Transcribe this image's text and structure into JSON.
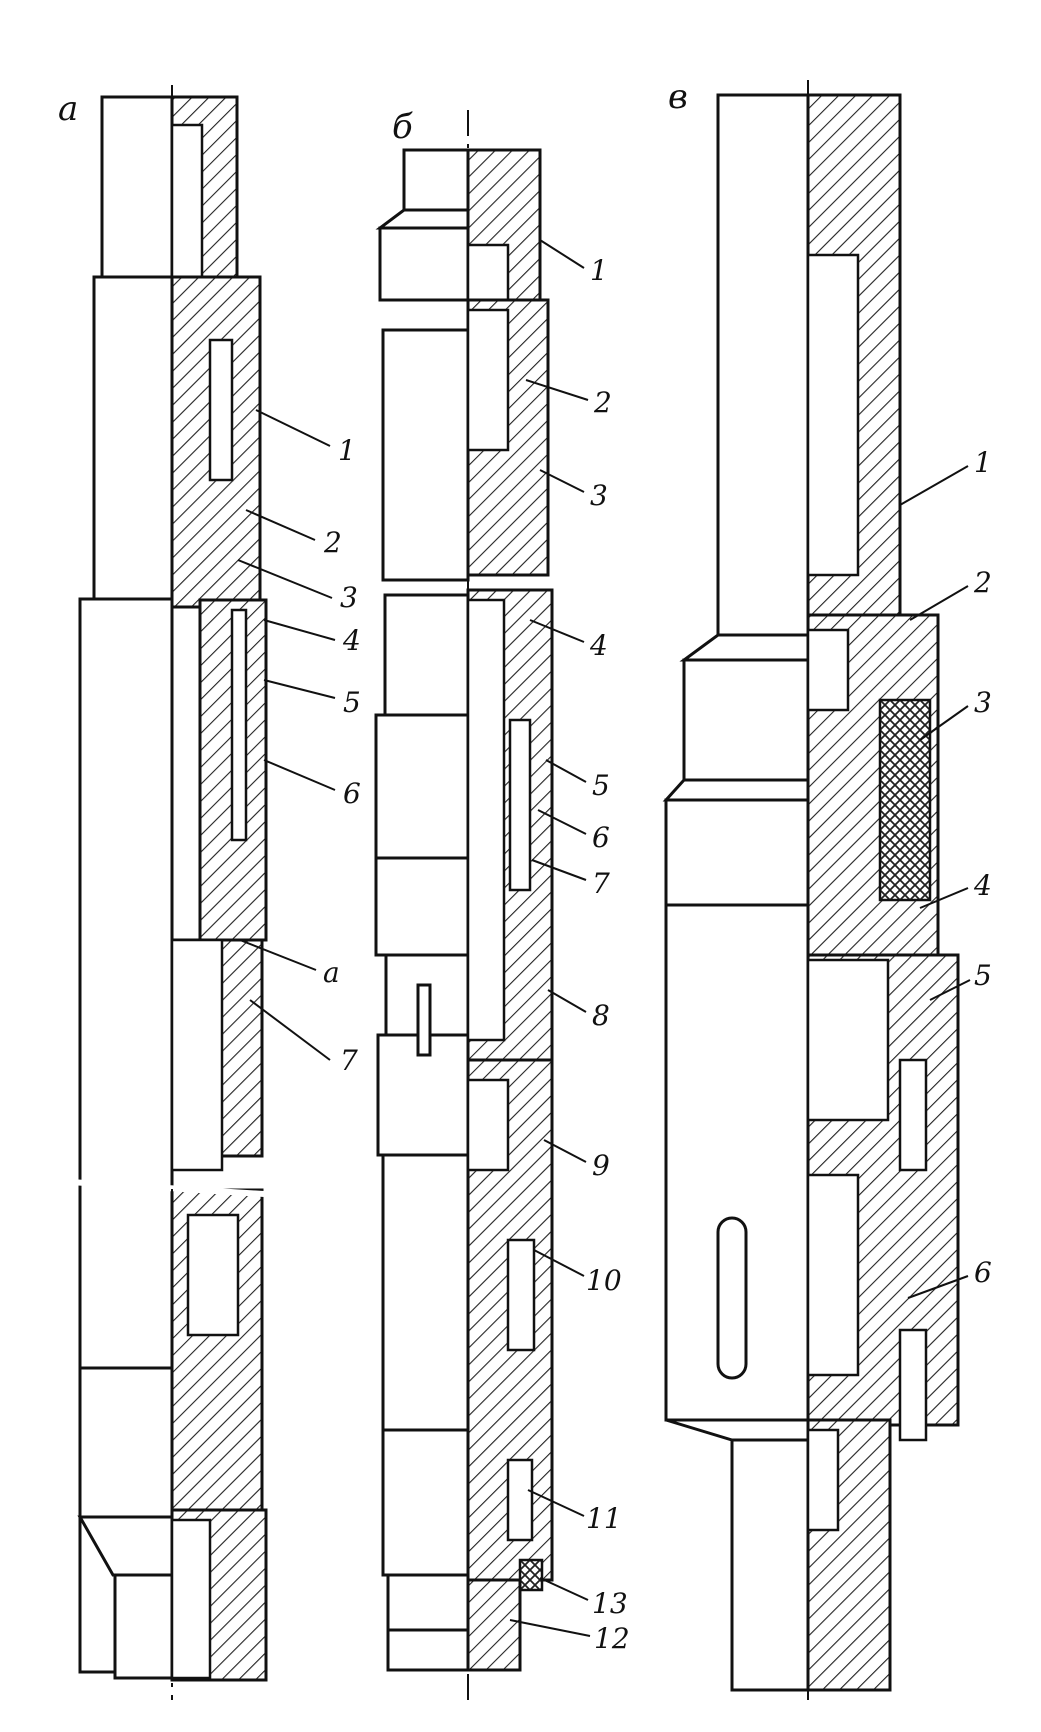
{
  "panels": {
    "a": {
      "letter": "a",
      "callouts": [
        "1",
        "2",
        "3",
        "4",
        "5",
        "6",
        "a",
        "7"
      ]
    },
    "b": {
      "letter": "б",
      "callouts": [
        "1",
        "2",
        "3",
        "4",
        "5",
        "6",
        "7",
        "8",
        "9",
        "10",
        "11",
        "13",
        "12"
      ]
    },
    "v": {
      "letter": "в",
      "callouts": [
        "1",
        "2",
        "3",
        "4",
        "5",
        "6"
      ]
    }
  }
}
